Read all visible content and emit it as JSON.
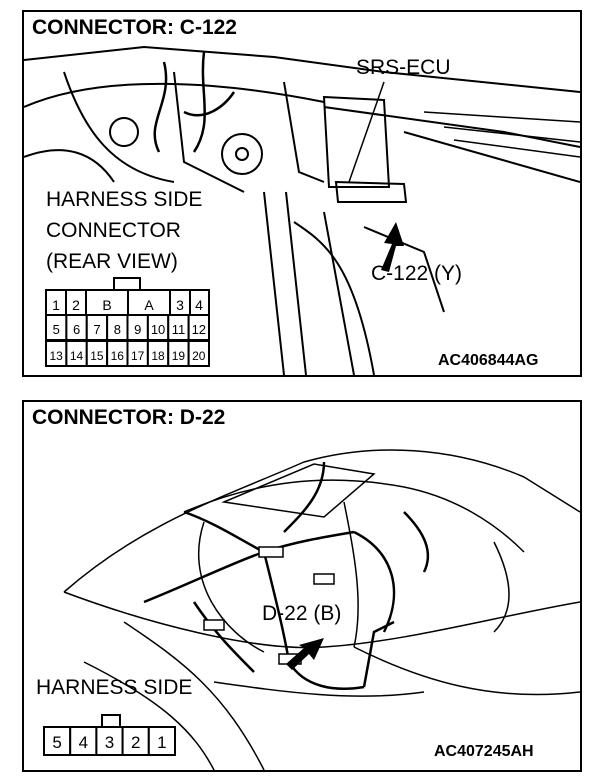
{
  "panel1": {
    "title": "CONNECTOR: C-122",
    "ecu_label": "SRS-ECU",
    "harness_label_lines": [
      "HARNESS SIDE",
      "CONNECTOR",
      "(REAR VIEW)"
    ],
    "connector_callout": "C-122 (Y)",
    "figure_code": "AC406844AG",
    "pins": {
      "row1": [
        "1",
        "2",
        "B",
        "A",
        "3",
        "4"
      ],
      "row2": [
        "5",
        "6",
        "7",
        "8",
        "9",
        "10",
        "11",
        "12"
      ],
      "row3": [
        "13",
        "14",
        "15",
        "16",
        "17",
        "18",
        "19",
        "20"
      ]
    }
  },
  "panel2": {
    "title": "CONNECTOR: D-22",
    "connector_callout": "D-22 (B)",
    "harness_label": "HARNESS SIDE",
    "figure_code": "AC407245AH",
    "pins": [
      "5",
      "4",
      "3",
      "2",
      "1"
    ]
  }
}
